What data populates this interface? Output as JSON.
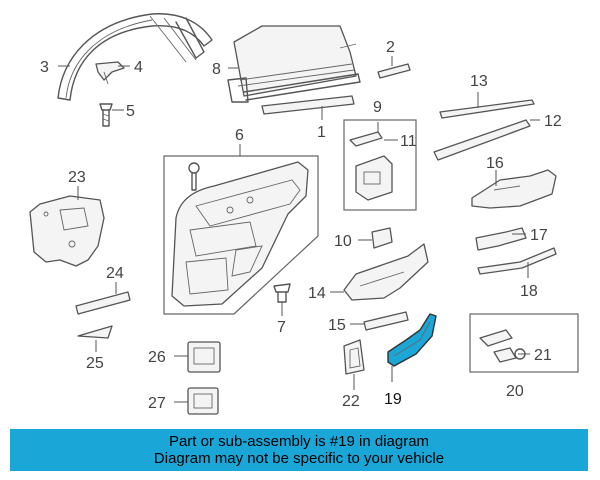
{
  "highlight_color": "#1aa7d8",
  "highlight_part": "19",
  "callouts": [
    {
      "id": "1",
      "label": "1"
    },
    {
      "id": "2",
      "label": "2"
    },
    {
      "id": "3",
      "label": "3"
    },
    {
      "id": "4",
      "label": "4"
    },
    {
      "id": "5",
      "label": "5"
    },
    {
      "id": "6",
      "label": "6"
    },
    {
      "id": "7",
      "label": "7"
    },
    {
      "id": "8",
      "label": "8"
    },
    {
      "id": "9",
      "label": "9"
    },
    {
      "id": "10",
      "label": "10"
    },
    {
      "id": "11",
      "label": "11"
    },
    {
      "id": "12",
      "label": "12"
    },
    {
      "id": "13",
      "label": "13"
    },
    {
      "id": "14",
      "label": "14"
    },
    {
      "id": "15",
      "label": "15"
    },
    {
      "id": "16",
      "label": "16"
    },
    {
      "id": "17",
      "label": "17"
    },
    {
      "id": "18",
      "label": "18"
    },
    {
      "id": "19",
      "label": "19"
    },
    {
      "id": "20",
      "label": "20"
    },
    {
      "id": "21",
      "label": "21"
    },
    {
      "id": "22",
      "label": "22"
    },
    {
      "id": "23",
      "label": "23"
    },
    {
      "id": "24",
      "label": "24"
    },
    {
      "id": "25",
      "label": "25"
    },
    {
      "id": "26",
      "label": "26"
    },
    {
      "id": "27",
      "label": "27"
    }
  ],
  "banner": {
    "line1": "Part or sub-assembly is #19 in diagram",
    "line2": "Diagram may not be specific to your vehicle"
  }
}
